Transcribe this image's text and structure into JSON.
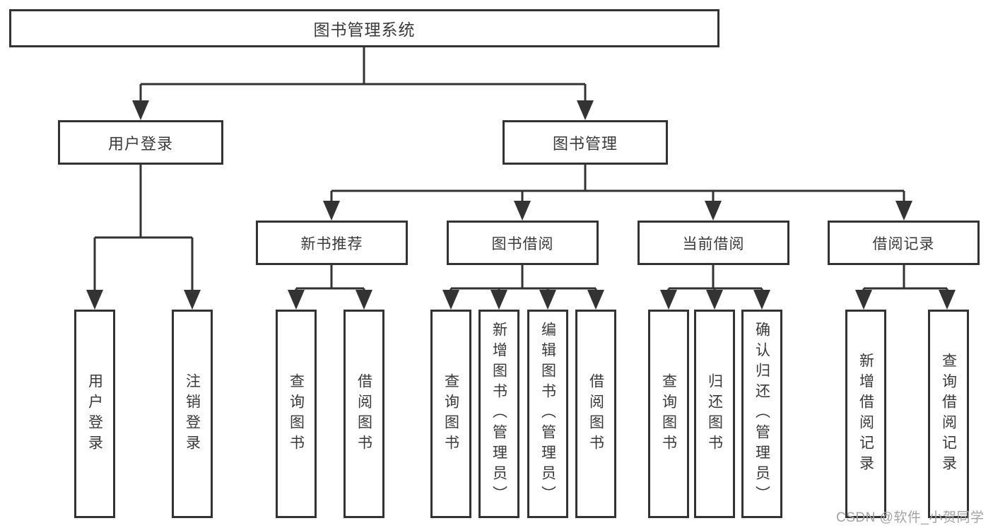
{
  "diagram": {
    "tree": {
      "label": "图书管理系统",
      "children": [
        {
          "label": "用户登录",
          "children": [
            {
              "label": "用户登录"
            },
            {
              "label": "注销登录"
            }
          ]
        },
        {
          "label": "图书管理",
          "children": [
            {
              "label": "新书推荐",
              "children": [
                {
                  "label": "查询图书"
                },
                {
                  "label": "借阅图书"
                }
              ]
            },
            {
              "label": "图书借阅",
              "children": [
                {
                  "label": "查询图书"
                },
                {
                  "label": "新增图书（管理员）"
                },
                {
                  "label": "编辑图书（管理员）"
                },
                {
                  "label": "借阅图书"
                }
              ]
            },
            {
              "label": "当前借阅",
              "children": [
                {
                  "label": "查询图书"
                },
                {
                  "label": "归还图书"
                },
                {
                  "label": "确认归还（管理员）"
                }
              ]
            },
            {
              "label": "借阅记录",
              "children": [
                {
                  "label": "新增借阅记录"
                },
                {
                  "label": "查询借阅记录"
                }
              ]
            }
          ]
        }
      ]
    }
  },
  "watermark": {
    "text": "CSDN @软件_小贺同学"
  },
  "colors": {
    "line": "#333333",
    "text": "#3a3a3a",
    "box_background": "#ffffff",
    "watermark": "#a3a3a3",
    "page_background": "#ffffff"
  }
}
